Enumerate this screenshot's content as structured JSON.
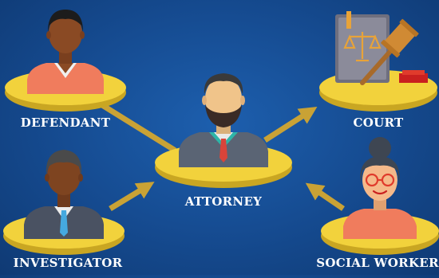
{
  "nodes": {
    "defendant": {
      "label": "DEFENDANT"
    },
    "court": {
      "label": "COURT"
    },
    "attorney": {
      "label": "ATTORNEY"
    },
    "investigator": {
      "label": "INVESTIGATOR"
    },
    "social_worker": {
      "label": "SOCIAL WORKER"
    }
  },
  "colors": {
    "background": "#154a8f",
    "platform": "#f2d23c",
    "platform_shadow": "#c9a622",
    "arrow": "#c9a235",
    "text": "#ffffff"
  }
}
